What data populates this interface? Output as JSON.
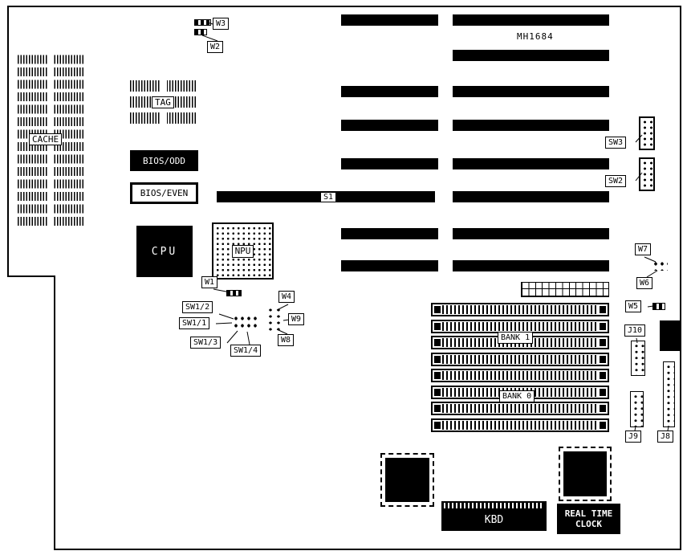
{
  "board": {
    "part_number": "MH1684"
  },
  "chips": {
    "cache": "CACHE",
    "tag": "TAG",
    "bios_odd": "BIOS/ODD",
    "bios_even": "BIOS/EVEN",
    "cpu": "CPU",
    "npu": "NPU",
    "kbd": "KBD",
    "rtc_line1": "REAL TIME",
    "rtc_line2": "CLOCK"
  },
  "memory": {
    "bank1": "BANK 1",
    "bank0": "BANK 0"
  },
  "connectors": {
    "s1": "S1",
    "j8": "J8",
    "j9": "J9",
    "j10": "J10"
  },
  "jumpers": {
    "w1": "W1",
    "w2": "W2",
    "w3": "W3",
    "w4": "W4",
    "w5": "W5",
    "w6": "W6",
    "w7": "W7",
    "w8": "W8",
    "w9": "W9"
  },
  "switches": {
    "sw1_1": "SW1/1",
    "sw1_2": "SW1/2",
    "sw1_3": "SW1/3",
    "sw1_4": "SW1/4",
    "sw2": "SW2",
    "sw3": "SW3"
  }
}
